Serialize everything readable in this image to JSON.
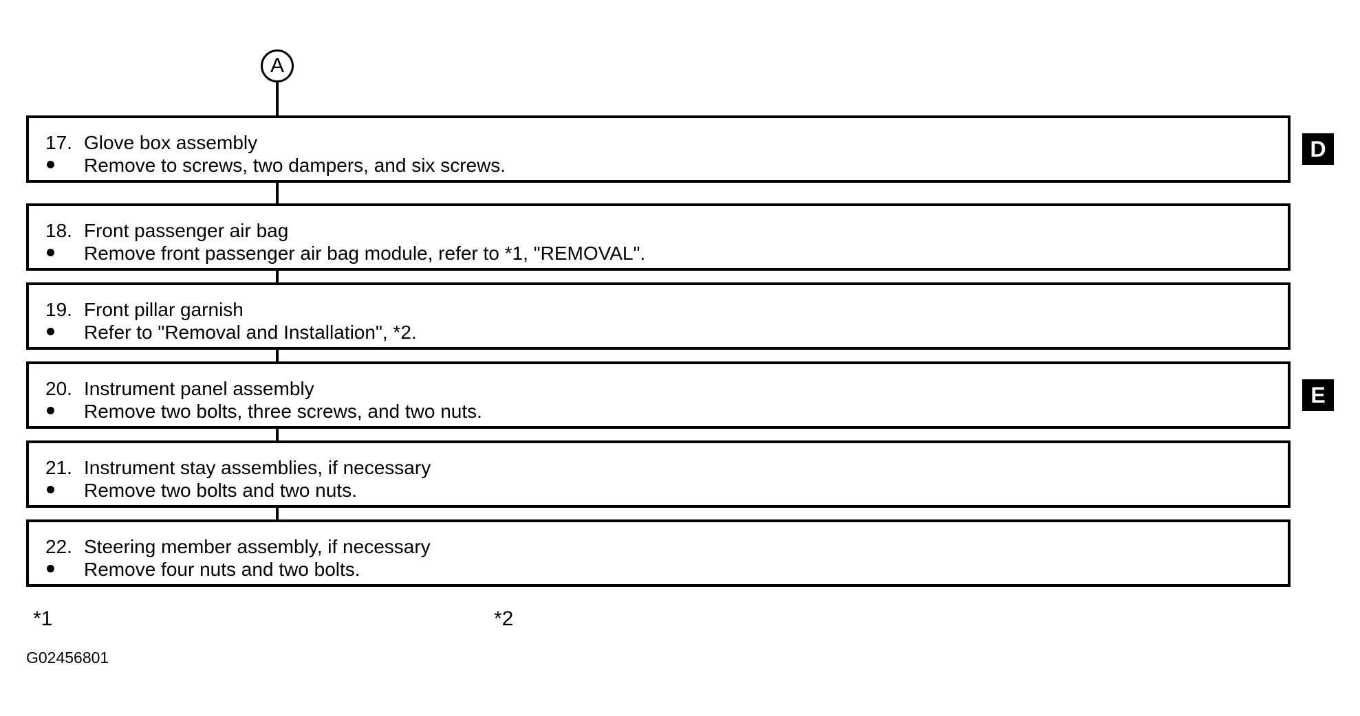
{
  "diagram": {
    "type": "flowchart",
    "entry_connector": {
      "label": "A",
      "shape": "circle"
    },
    "steps": [
      {
        "number": "17.",
        "title": "Glove box assembly",
        "bullet": "Remove to screws, two dampers, and six screws.",
        "marker": "D"
      },
      {
        "number": "18.",
        "title": "Front passenger air bag",
        "bullet": "Remove front passenger air bag module, refer to *1, \"REMOVAL\".",
        "marker": ""
      },
      {
        "number": "19.",
        "title": "Front pillar garnish",
        "bullet": "Refer to \"Removal and Installation\", *2.",
        "marker": ""
      },
      {
        "number": "20.",
        "title": "Instrument panel assembly",
        "bullet": "Remove two bolts, three screws, and two nuts.",
        "marker": "E"
      },
      {
        "number": "21.",
        "title": "Instrument stay assemblies, if necessary",
        "bullet": "Remove two bolts and two nuts.",
        "marker": ""
      },
      {
        "number": "22.",
        "title": "Steering member assembly, if necessary",
        "bullet": "Remove four nuts and two bolts.",
        "marker": ""
      }
    ],
    "section_markers": [
      {
        "label": "D"
      },
      {
        "label": "E"
      }
    ],
    "footnotes": [
      {
        "label": "*1"
      },
      {
        "label": "*2"
      }
    ],
    "drawing_id": "G02456801",
    "colors": {
      "line": "#000000",
      "background": "#ffffff",
      "marker_bg": "#000000",
      "marker_fg": "#ffffff"
    }
  }
}
